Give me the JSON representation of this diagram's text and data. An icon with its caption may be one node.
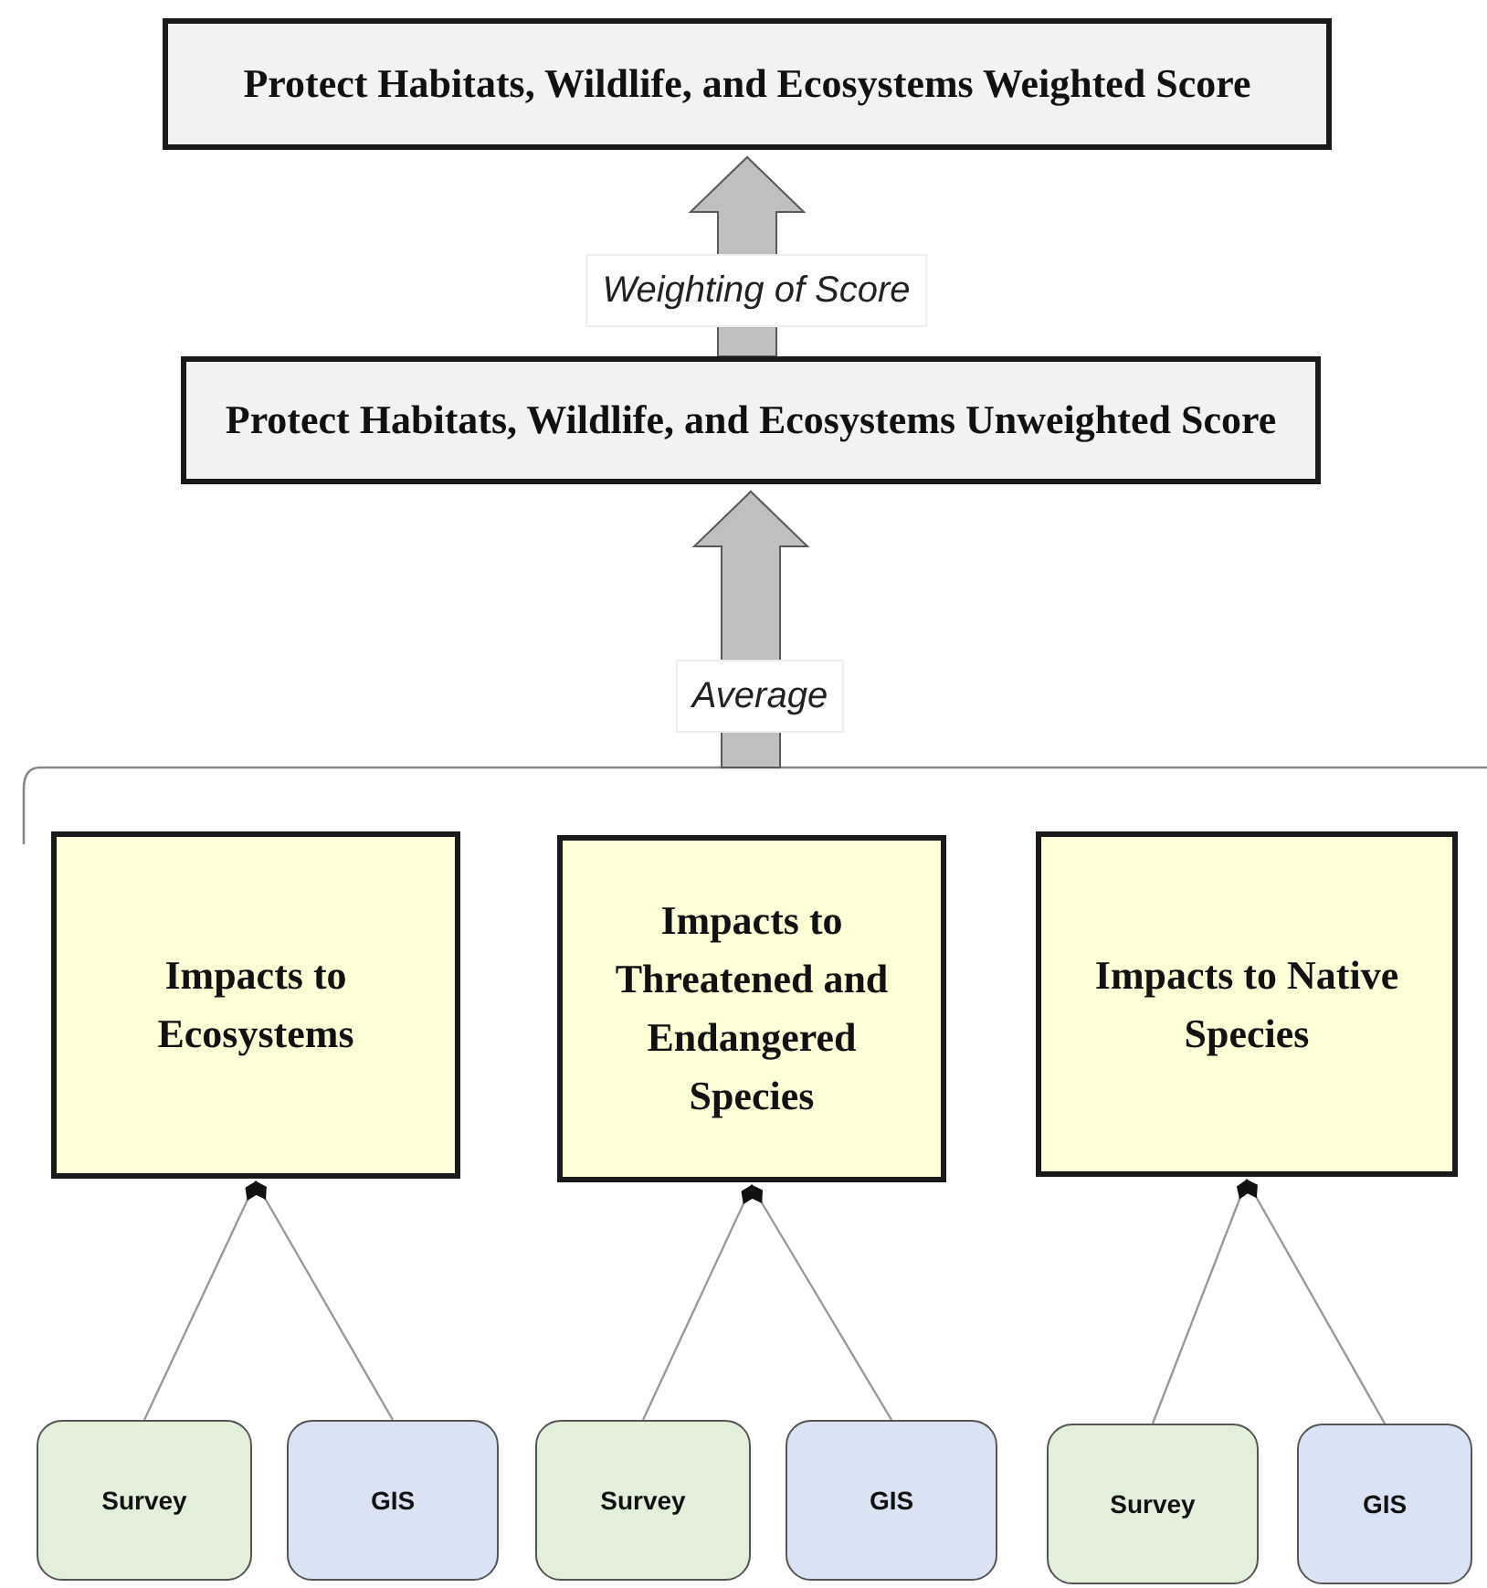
{
  "diagram": {
    "nodes": [
      {
        "text": [
          "Protect Habitats, Wildlife, and Ecosystems Weighted Score"
        ]
      },
      {
        "text": [
          "Protect Habitats, Wildlife, and Ecosystems Unweighted Score"
        ]
      },
      {
        "text": [
          "Impacts to Ecosystems"
        ]
      },
      {
        "text": [
          "Impacts to Threatened and Endangered Species"
        ]
      },
      {
        "text": [
          "Impacts to Native Species"
        ]
      },
      {
        "text": [
          "Survey"
        ]
      },
      {
        "text": [
          "GIS"
        ]
      },
      {
        "text": [
          "Survey"
        ]
      },
      {
        "text": [
          "GIS"
        ]
      },
      {
        "text": [
          "Survey"
        ]
      },
      {
        "text": [
          "GIS"
        ]
      }
    ],
    "edges": [
      {
        "from": 1,
        "to": 0,
        "arrow": "to",
        "label": "Weighting of Score",
        "style": "thick"
      },
      {
        "from": null,
        "to": 1,
        "arrow": "to",
        "label": "Average",
        "style": "thick"
      },
      {
        "from": 5,
        "to": 2,
        "arrow": "other"
      },
      {
        "from": 6,
        "to": 2,
        "arrow": "other"
      },
      {
        "from": 7,
        "to": 3,
        "arrow": "other"
      },
      {
        "from": 8,
        "to": 3,
        "arrow": "other"
      },
      {
        "from": 9,
        "to": 4,
        "arrow": "other"
      },
      {
        "from": 10,
        "to": 4,
        "arrow": "other"
      }
    ]
  }
}
